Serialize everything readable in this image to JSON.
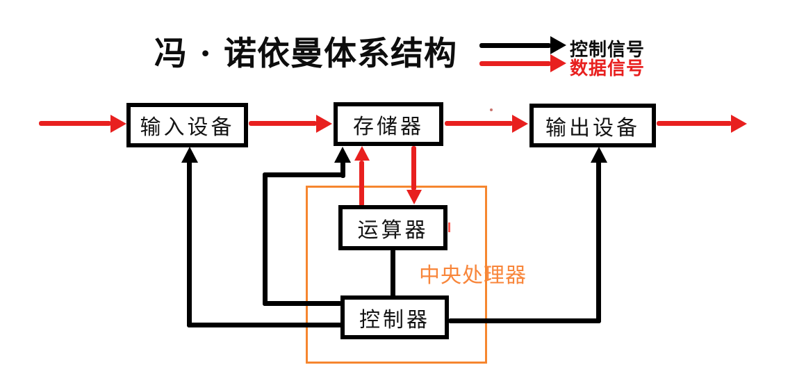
{
  "title": "冯 · 诺依曼体系结构",
  "legend": {
    "control_label": "控制信号",
    "data_label": "数据信号"
  },
  "boxes": {
    "input": "输入设备",
    "memory": "存储器",
    "output": "输出设备",
    "alu": "运算器",
    "controller": "控制器"
  },
  "cpu": {
    "label": "中央处理器"
  },
  "colors": {
    "control_signal": "#000000",
    "data_signal": "#e8201f",
    "cpu_outline": "#f6862f",
    "cpu_label": "#f8863b"
  }
}
